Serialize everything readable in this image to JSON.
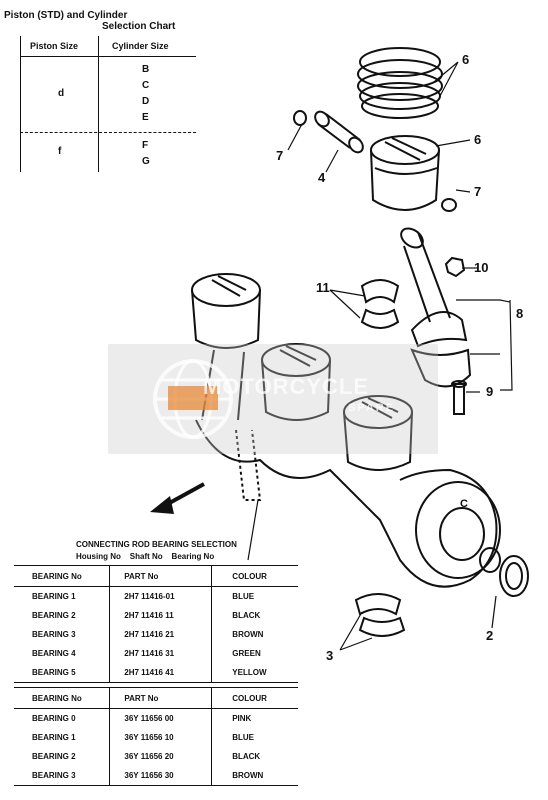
{
  "chart": {
    "title_line1": "Piston (STD) and Cylinder",
    "title_line2": "Selection Chart",
    "col_piston": "Piston Size",
    "col_cylinder": "Cylinder Size",
    "rows": [
      {
        "piston": "d",
        "cylinders": [
          "B",
          "C",
          "D",
          "E"
        ]
      },
      {
        "piston": "f",
        "cylinders": [
          "F",
          "G"
        ]
      }
    ]
  },
  "callouts": {
    "n6a": "6",
    "n6b": "6",
    "n7a": "7",
    "n7b": "7",
    "n4": "4",
    "n10": "10",
    "n11": "11",
    "n8": "8",
    "n9": "9",
    "n2": "2",
    "n3": "3",
    "nc": "C"
  },
  "watermark": {
    "text": "MOTORCYCLE",
    "sub": "SPARE"
  },
  "bearing_selection": {
    "title": "CONNECTING ROD BEARING SELECTION",
    "subtitle": "Housing No    Shaft No    Bearing No",
    "table1": {
      "headers": [
        "BEARING No",
        "PART No",
        "COLOUR"
      ],
      "rows": [
        [
          "BEARING 1",
          "2H7 11416-01",
          "BLUE"
        ],
        [
          "BEARING 2",
          "2H7 11416 11",
          "BLACK"
        ],
        [
          "BEARING 3",
          "2H7 11416 21",
          "BROWN"
        ],
        [
          "BEARING 4",
          "2H7 11416 31",
          "GREEN"
        ],
        [
          "BEARING 5",
          "2H7 11416 41",
          "YELLOW"
        ]
      ]
    },
    "table2": {
      "headers": [
        "BEARING No",
        "PART No",
        "COLOUR"
      ],
      "rows": [
        [
          "BEARING 0",
          "36Y 11656 00",
          "PINK"
        ],
        [
          "BEARING 1",
          "36Y 11656 10",
          "BLUE"
        ],
        [
          "BEARING 2",
          "36Y 11656 20",
          "BLACK"
        ],
        [
          "BEARING 3",
          "36Y 11656 30",
          "BROWN"
        ]
      ]
    }
  },
  "colors": {
    "ink": "#111111",
    "watermark_gray": "#c8c8c8",
    "watermark_orange": "#e8893a"
  }
}
